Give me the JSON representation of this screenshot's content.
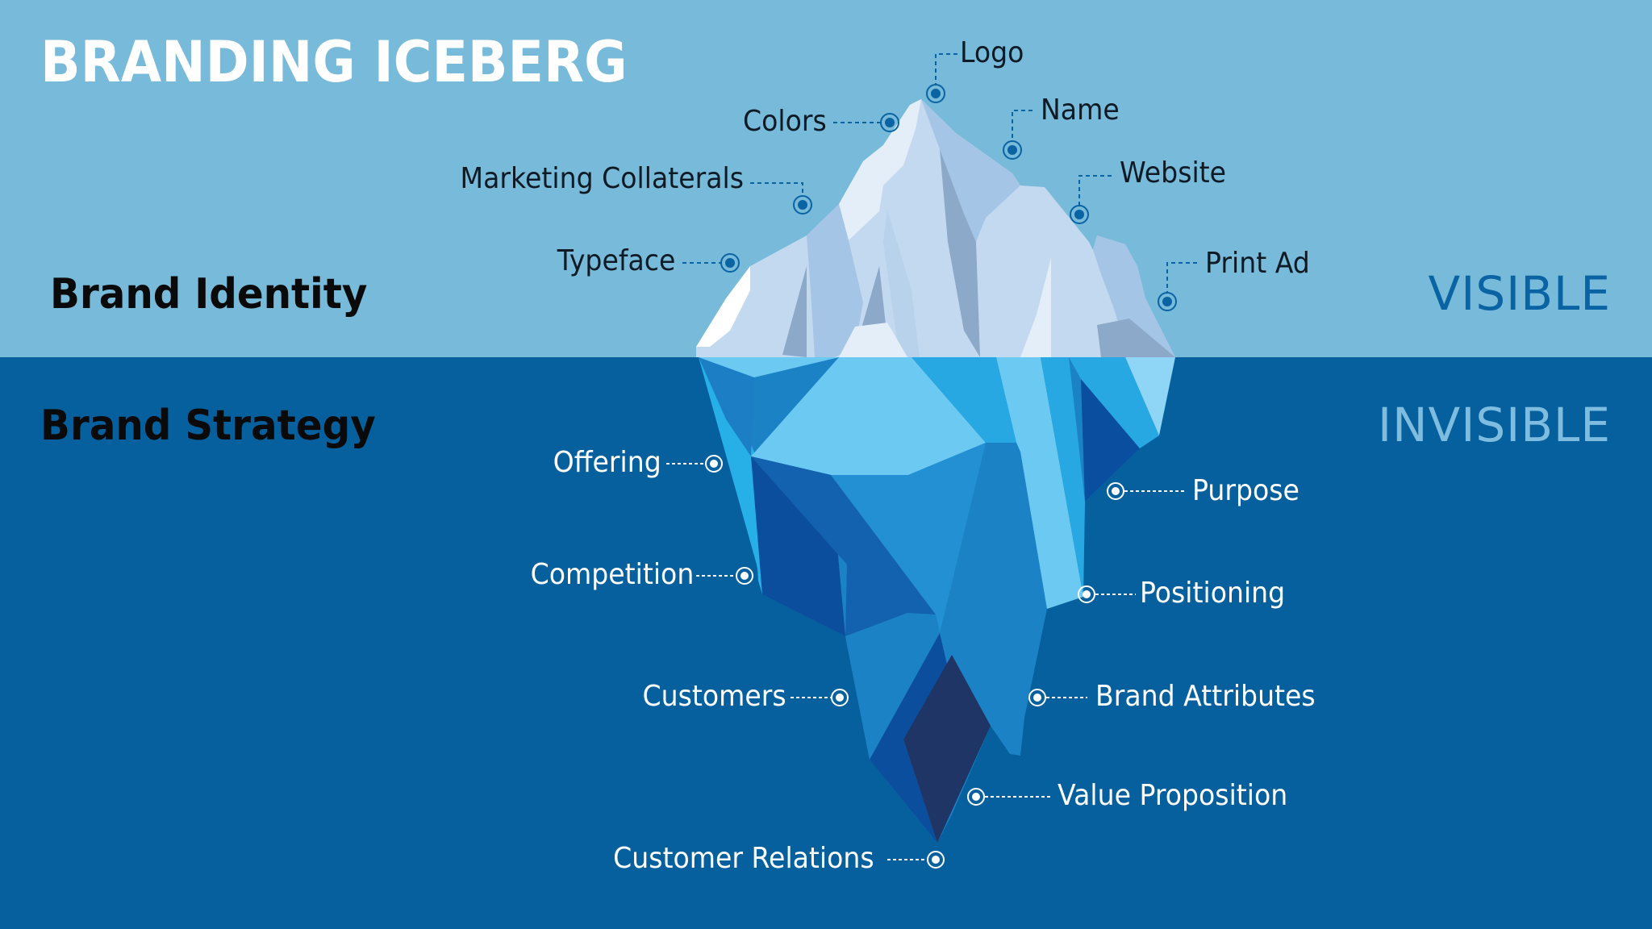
{
  "header": {
    "title": "BRANDING ICEBERG"
  },
  "sections": {
    "above": {
      "heading": "Brand Identity",
      "zone": "VISIBLE",
      "zone_color": "#0A63A3"
    },
    "below": {
      "heading": "Brand Strategy",
      "zone": "INVISIBLE",
      "zone_color": "#7FBDE0"
    }
  },
  "colors": {
    "sky": "#77BAD9",
    "sea": "#05609D",
    "marker_above": "#0A63A3",
    "marker_below": "#FFFFFF"
  },
  "visible_items": [
    {
      "label": "Logo"
    },
    {
      "label": "Colors"
    },
    {
      "label": "Name"
    },
    {
      "label": "Marketing Collaterals"
    },
    {
      "label": "Website"
    },
    {
      "label": "Typeface"
    },
    {
      "label": "Print Ad"
    }
  ],
  "invisible_items": [
    {
      "label": "Offering"
    },
    {
      "label": "Purpose"
    },
    {
      "label": "Competition"
    },
    {
      "label": "Positioning"
    },
    {
      "label": "Customers"
    },
    {
      "label": "Brand Attributes"
    },
    {
      "label": "Value Proposition"
    },
    {
      "label": "Customer Relations"
    }
  ]
}
